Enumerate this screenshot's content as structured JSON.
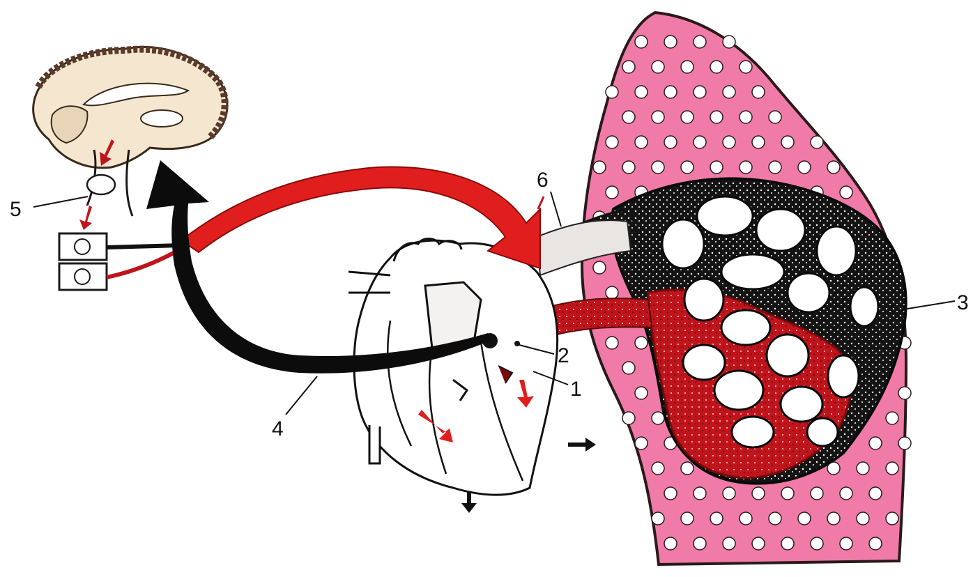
{
  "colors": {
    "lung_fill": "#f07aa8",
    "lung_outline": "#2a1a1a",
    "alveolus": "#ffffff",
    "vessel_red": "#c0141c",
    "vessel_black": "#141414",
    "arrow_red": "#e01e1e",
    "arrow_black": "#0c0c0c",
    "brain_tan": "#f4e6cf",
    "line": "#1a1a1a"
  },
  "labels": {
    "l1": "1",
    "l2": "2",
    "l3": "3",
    "l4": "4",
    "l5": "5",
    "l6": "6"
  },
  "parts": {
    "brain": "brain-icon",
    "pituitary": "pituitary-icon",
    "heart": "heart-icon",
    "lung": "lung-icon",
    "capillary_network": "capillary-network-icon",
    "cells": "cell-icon"
  }
}
